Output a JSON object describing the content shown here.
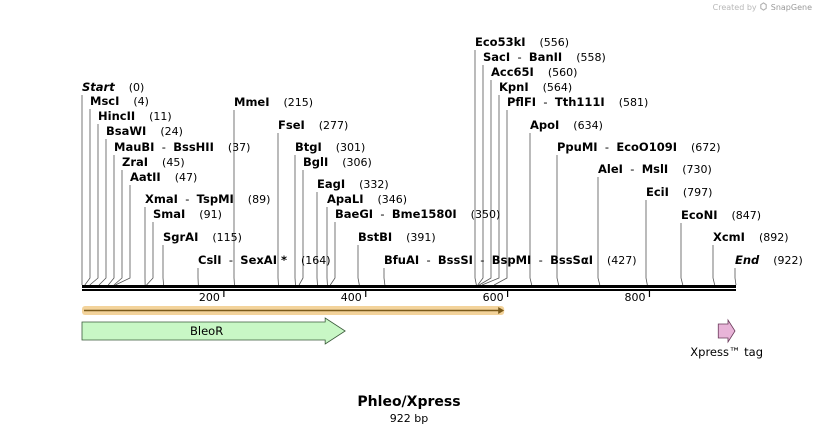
{
  "credit": {
    "prefix": "Created by",
    "brand": "SnapGene"
  },
  "sequence": {
    "name": "Phleo/Xpress",
    "length_label": "922 bp",
    "length": 922
  },
  "ruler": {
    "ticks": [
      200,
      400,
      600,
      800
    ]
  },
  "sites": [
    {
      "label": "Start",
      "pos_label": "(0)",
      "cut": 0,
      "italic": true
    },
    {
      "label": "MscI",
      "pos_label": "(4)",
      "cut": 4
    },
    {
      "label": "HincII",
      "pos_label": "(11)",
      "cut": 11
    },
    {
      "label": "BsaWI",
      "pos_label": "(24)",
      "cut": 24
    },
    {
      "label": "MauBI",
      "label2": "BssHII",
      "pos_label": "(37)",
      "cut": 37
    },
    {
      "label": "ZraI",
      "pos_label": "(45)",
      "cut": 45
    },
    {
      "label": "AatII",
      "pos_label": "(47)",
      "cut": 47
    },
    {
      "label": "XmaI",
      "label2": "TspMI",
      "pos_label": "(89)",
      "cut": 89
    },
    {
      "label": "SmaI",
      "pos_label": "(91)",
      "cut": 91
    },
    {
      "label": "SgrAI",
      "pos_label": "(115)",
      "cut": 115
    },
    {
      "label": "CslI",
      "label2": "SexAI *",
      "pos_label": "(164)",
      "cut": 164
    },
    {
      "label": "MmeI",
      "pos_label": "(215)",
      "cut": 215
    },
    {
      "label": "FseI",
      "pos_label": "(277)",
      "cut": 277
    },
    {
      "label": "BtgI",
      "pos_label": "(301)",
      "cut": 301
    },
    {
      "label": "BglI",
      "pos_label": "(306)",
      "cut": 306
    },
    {
      "label": "EagI",
      "pos_label": "(332)",
      "cut": 332
    },
    {
      "label": "ApaLI",
      "pos_label": "(346)",
      "cut": 346
    },
    {
      "label": "BaeGI",
      "label2": "Bme1580I",
      "pos_label": "(350)",
      "cut": 350
    },
    {
      "label": "BstBI",
      "pos_label": "(391)",
      "cut": 391
    },
    {
      "label": "BfuAI",
      "label2": "BssSI",
      "label3": "BspMI",
      "label4": "BssSαI",
      "pos_label": "(427)",
      "cut": 427
    },
    {
      "label": "Eco53kI",
      "pos_label": "(556)",
      "cut": 556
    },
    {
      "label": "SacI",
      "label2": "BanII",
      "pos_label": "(558)",
      "cut": 558
    },
    {
      "label": "Acc65I",
      "pos_label": "(560)",
      "cut": 560
    },
    {
      "label": "KpnI",
      "pos_label": "(564)",
      "cut": 564
    },
    {
      "label": "PflFI",
      "label2": "Tth111I",
      "pos_label": "(581)",
      "cut": 581
    },
    {
      "label": "ApoI",
      "pos_label": "(634)",
      "cut": 634
    },
    {
      "label": "PpuMI",
      "label2": "EcoO109I",
      "pos_label": "(672)",
      "cut": 672
    },
    {
      "label": "AleI",
      "label2": "MslI",
      "pos_label": "(730)",
      "cut": 730
    },
    {
      "label": "EciI",
      "pos_label": "(797)",
      "cut": 797
    },
    {
      "label": "EcoNI",
      "pos_label": "(847)",
      "cut": 847
    },
    {
      "label": "XcmI",
      "pos_label": "(892)",
      "cut": 892
    },
    {
      "label": "End",
      "pos_label": "(922)",
      "cut": 922,
      "italic": true
    }
  ],
  "features": [
    {
      "label": "BleoR",
      "start": 0,
      "end": 371,
      "color": "#c8f7c5"
    },
    {
      "label": "Xpress™ tag",
      "start": 897,
      "end": 922,
      "color": "#e8b4d8"
    }
  ],
  "orf": {
    "start": 0,
    "end": 598,
    "color": "#f3d39b"
  }
}
